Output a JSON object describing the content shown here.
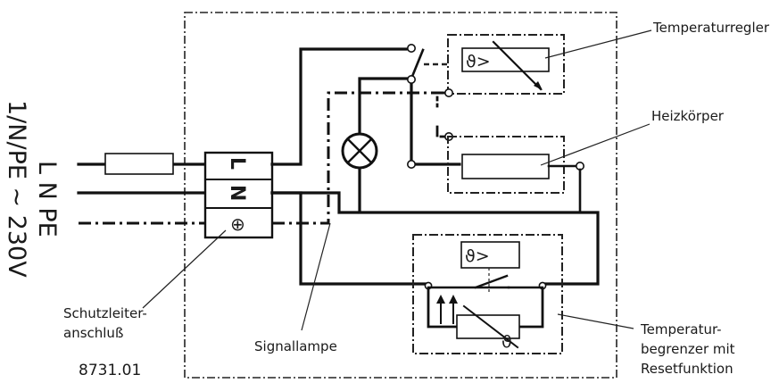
{
  "supply": {
    "line1": "L N PE",
    "line2": "1/N/PE ~ 230V"
  },
  "terminals": {
    "l": "L",
    "n": "N",
    "pe": "⊕"
  },
  "symbols": {
    "theta_gt": "ϑ>",
    "theta": "ϑ"
  },
  "labels": {
    "temperaturregler": "Temperaturregler",
    "heizkoerper": "Heizkörper",
    "schutzleiter_line1": "Schutzleiter-",
    "schutzleiter_line2": "anschluß",
    "signallampe": "Signallampe",
    "begrenzer_line1": "Temperatur-",
    "begrenzer_line2": "begrenzer mit",
    "begrenzer_line3": "Resetfunktion",
    "drawing_number": "8731.01"
  }
}
